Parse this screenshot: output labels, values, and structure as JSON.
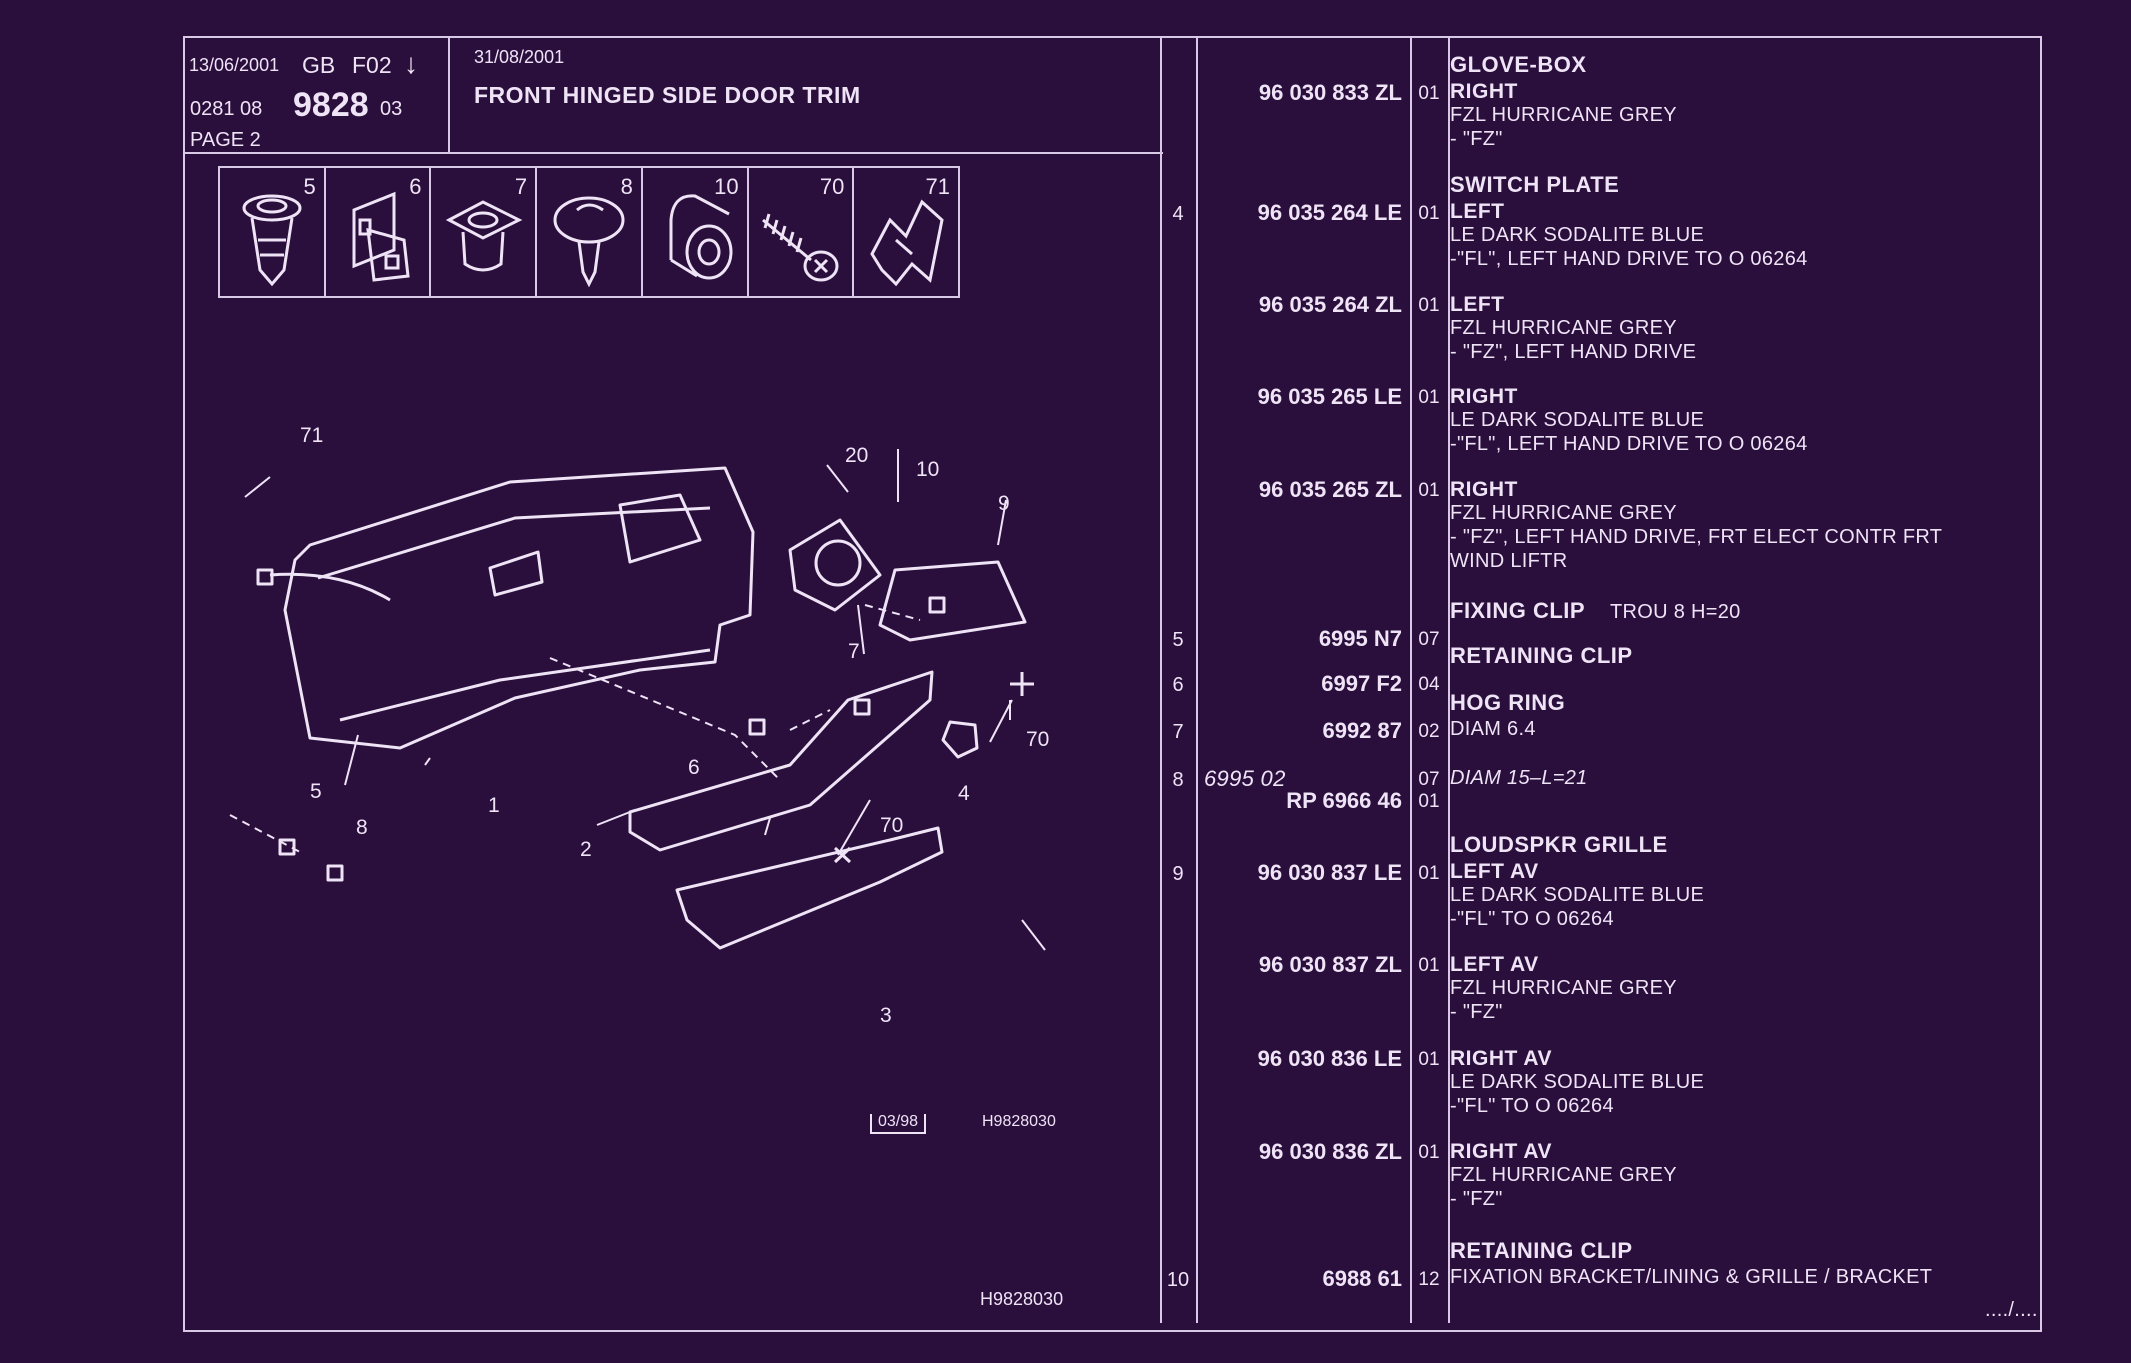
{
  "header": {
    "print_date": "13/06/2001",
    "lang": "GB",
    "section": "F02",
    "section_arrow": "↓",
    "edit_date": "31/08/2001",
    "catalogue_prefix": "0281  08",
    "plate_number": "9828",
    "plate_suffix": "03",
    "page_label": "PAGE 2",
    "title": "FRONT HINGED SIDE DOOR TRIM"
  },
  "icons": [
    {
      "ref": "5",
      "icon": "fixing-clip-icon"
    },
    {
      "ref": "6",
      "icon": "retaining-clip-icon"
    },
    {
      "ref": "7",
      "icon": "hog-ring-icon"
    },
    {
      "ref": "8",
      "icon": "push-rivet-icon"
    },
    {
      "ref": "10",
      "icon": "bushing-clip-icon"
    },
    {
      "ref": "70",
      "icon": "screw-icon"
    },
    {
      "ref": "71",
      "icon": "spring-clip-icon"
    }
  ],
  "diagram": {
    "callouts": [
      "71",
      "20",
      "10",
      "9",
      "7",
      "70",
      "6",
      "4",
      "5",
      "8",
      "1",
      "2",
      "70",
      "3"
    ],
    "box_date": "03/98",
    "box_ref": "H9828030",
    "footer_ref": "H9828030"
  },
  "parts": {
    "rows": [
      {
        "ref": "",
        "pn": "96 030 833 ZL",
        "qty": "01",
        "name": "GLOVE-BOX",
        "lines": [
          "RIGHT",
          "FZL HURRICANE GREY",
          "-     \"FZ\""
        ]
      },
      {
        "ref": "4",
        "pn": "96 035 264 LE",
        "qty": "01",
        "name": "SWITCH PLATE",
        "lines": [
          "LEFT",
          "LE DARK SODALITE BLUE",
          "-\"FL\", LEFT HAND DRIVE TO  O  06264"
        ]
      },
      {
        "ref": "",
        "pn": "96 035 264 ZL",
        "qty": "01",
        "name": "",
        "lines": [
          "LEFT",
          "FZL HURRICANE GREY",
          "-     \"FZ\", LEFT HAND DRIVE"
        ]
      },
      {
        "ref": "",
        "pn": "96 035 265 LE",
        "qty": "01",
        "name": "",
        "lines": [
          "RIGHT",
          "LE DARK SODALITE BLUE",
          "-\"FL\", LEFT HAND DRIVE TO  O  06264"
        ]
      },
      {
        "ref": "",
        "pn": "96 035 265 ZL",
        "qty": "01",
        "name": "",
        "lines": [
          "RIGHT",
          "FZL HURRICANE GREY",
          "-     \"FZ\", LEFT HAND DRIVE, FRT ELECT CONTR FRT",
          "       WIND LIFTR"
        ]
      },
      {
        "ref": "5",
        "pn": "6995 N7",
        "qty": "07",
        "name": "FIXING CLIP",
        "name_extra": "TROU 8 H=20",
        "lines": []
      },
      {
        "ref": "6",
        "pn": "6997 F2",
        "qty": "04",
        "name": "RETAINING CLIP",
        "lines": []
      },
      {
        "ref": "7",
        "pn": "6992 87",
        "qty": "02",
        "name": "HOG RING",
        "lines": [
          "DIAM 6.4"
        ]
      },
      {
        "ref": "8",
        "pn_italic": "6995 02",
        "qty": "07",
        "name": "",
        "lines": [
          "DIAM 15–L=21"
        ]
      },
      {
        "ref": "",
        "pn": "RP  6966 46",
        "qty": "01",
        "name": "",
        "lines": []
      },
      {
        "ref": "9",
        "pn": "96 030 837 LE",
        "qty": "01",
        "name": "LOUDSPKR GRILLE",
        "lines": [
          "LEFT AV",
          "LE DARK SODALITE BLUE",
          "-\"FL\"  TO  O  06264"
        ]
      },
      {
        "ref": "",
        "pn": "96 030 837 ZL",
        "qty": "01",
        "name": "",
        "lines": [
          "LEFT AV",
          "FZL HURRICANE GREY",
          "-     \"FZ\""
        ]
      },
      {
        "ref": "",
        "pn": "96 030 836 LE",
        "qty": "01",
        "name": "",
        "lines": [
          "RIGHT AV",
          "LE DARK SODALITE BLUE",
          "-\"FL\"  TO  O  06264"
        ]
      },
      {
        "ref": "",
        "pn": "96 030 836 ZL",
        "qty": "01",
        "name": "",
        "lines": [
          "RIGHT AV",
          "FZL HURRICANE GREY",
          "-     \"FZ\""
        ]
      },
      {
        "ref": "10",
        "pn": "6988 61",
        "qty": "12",
        "name": "RETAINING CLIP",
        "lines": [
          "FIXATION BRACKET/LINING & GRILLE / BRACKET"
        ]
      }
    ],
    "continued": "..../...."
  },
  "colors": {
    "background": "#2a0f3d",
    "ink": "#efe3f6",
    "rule": "#d9c8e6"
  }
}
